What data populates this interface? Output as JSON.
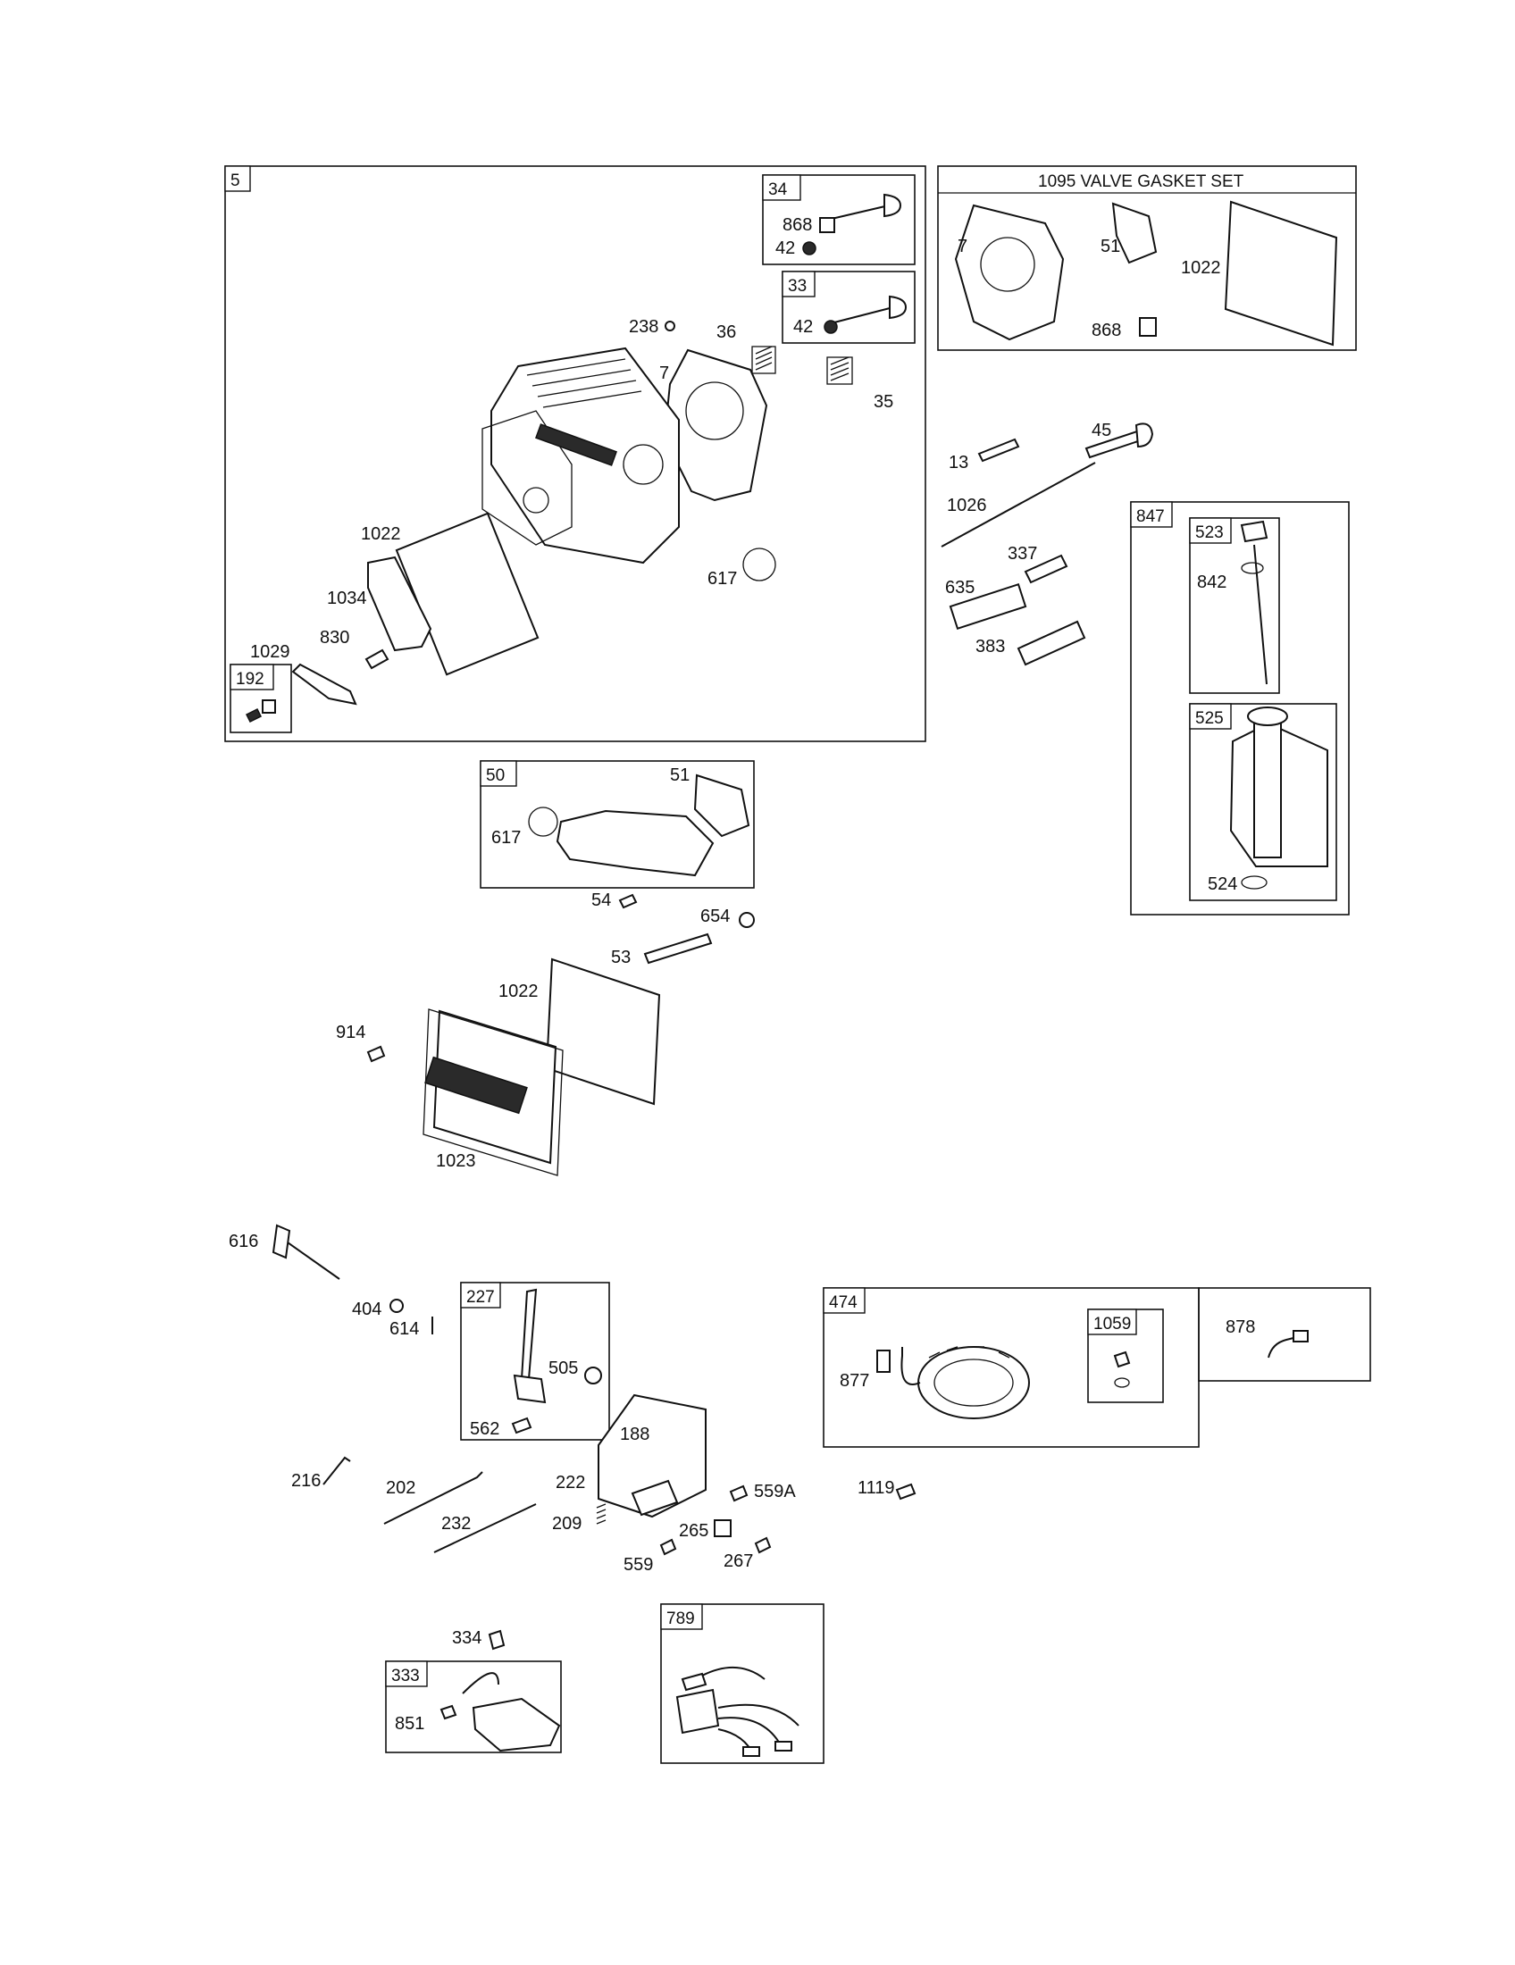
{
  "boxes": {
    "b5": "5",
    "b34": "34",
    "b33": "33",
    "b192": "192",
    "b50": "50",
    "b847": "847",
    "b523": "523",
    "b525": "525",
    "b227": "227",
    "b474": "474",
    "b1059": "1059",
    "b333": "333",
    "b789": "789"
  },
  "kit_title": "1095 VALVE GASKET SET",
  "labels": {
    "p868a": "868",
    "p42a": "42",
    "p42b": "42",
    "p238": "238",
    "p36": "36",
    "p7a": "7",
    "p35": "35",
    "p1022a": "1022",
    "p617a": "617",
    "p1034": "1034",
    "p830": "830",
    "p1029": "1029",
    "p7b": "7",
    "p51a": "51",
    "p1022b": "1022",
    "p868b": "868",
    "p13": "13",
    "p45": "45",
    "p1026": "1026",
    "p337": "337",
    "p635": "635",
    "p383": "383",
    "p842": "842",
    "p524": "524",
    "p51b": "51",
    "p617b": "617",
    "p54": "54",
    "p654": "654",
    "p53": "53",
    "p1022c": "1022",
    "p914": "914",
    "p1023": "1023",
    "p616": "616",
    "p404": "404",
    "p614": "614",
    "p505": "505",
    "p562": "562",
    "p188": "188",
    "p216": "216",
    "p202": "202",
    "p222": "222",
    "p232": "232",
    "p209": "209",
    "p559a": "559A",
    "p265": "265",
    "p559": "559",
    "p267": "267",
    "p1119": "1119",
    "p877": "877",
    "p878": "878",
    "p334": "334",
    "p851": "851"
  }
}
